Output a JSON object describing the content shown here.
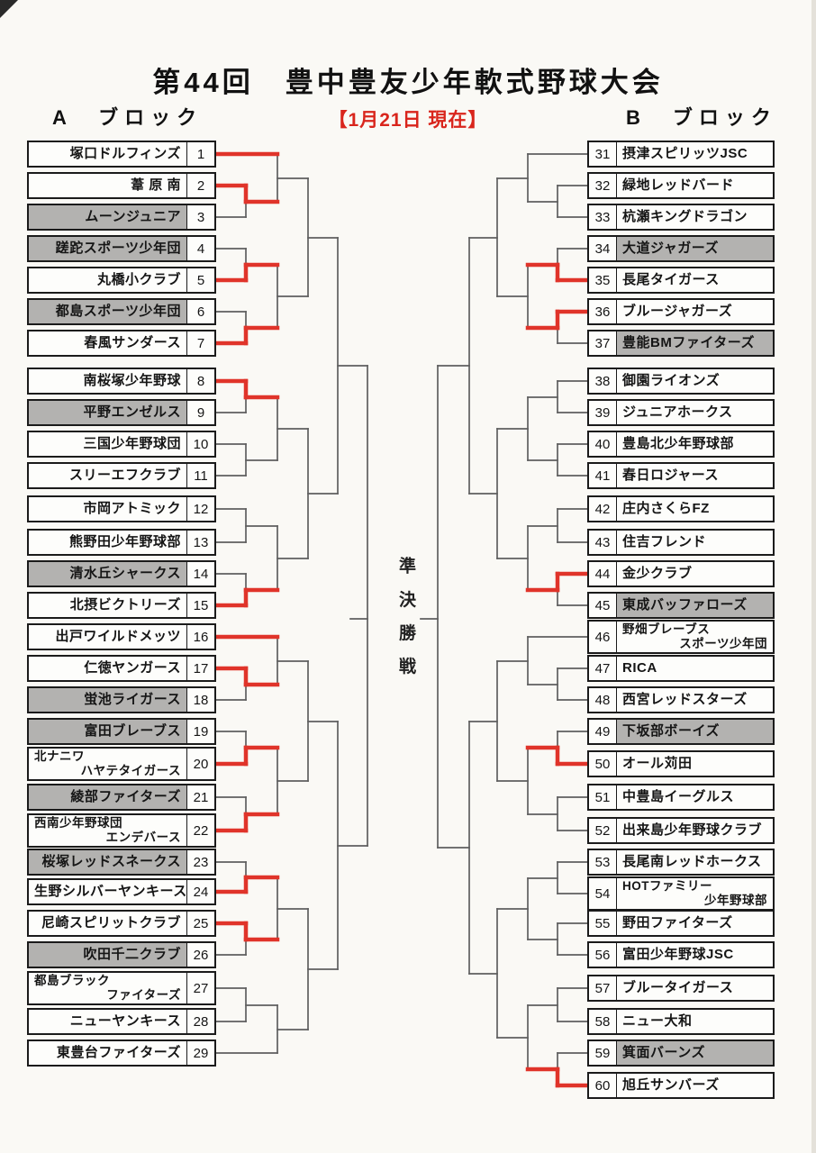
{
  "title": "第44回　豊中豊友少年軟式野球大会",
  "date_note": "【1月21日 現在】",
  "center_label": "準決勝戦",
  "colors": {
    "accent_red": "#e0342a",
    "shaded_gray": "#b3b2b0",
    "line_gray": "#5f5f5f",
    "border_black": "#1b1b1b"
  },
  "blocks": {
    "a": {
      "label": "A　ブロック",
      "teams": [
        {
          "no": 1,
          "name": "塚口ドルフィンズ"
        },
        {
          "no": 2,
          "name": "葦 原 南"
        },
        {
          "no": 3,
          "name": "ムーンジュニア",
          "shaded": true
        },
        {
          "no": 4,
          "name": "蹉跎スポーツ少年団",
          "shaded": true
        },
        {
          "no": 5,
          "name": "丸橋小クラブ"
        },
        {
          "no": 6,
          "name": "都島スポーツ少年団",
          "shaded": true
        },
        {
          "no": 7,
          "name": "春風サンダース"
        },
        {
          "no": 8,
          "name": "南桜塚少年野球"
        },
        {
          "no": 9,
          "name": "平野エンゼルス",
          "shaded": true
        },
        {
          "no": 10,
          "name": "三国少年野球団"
        },
        {
          "no": 11,
          "name": "スリーエフクラブ"
        },
        {
          "no": 12,
          "name": "市岡アトミック"
        },
        {
          "no": 13,
          "name": "熊野田少年野球部"
        },
        {
          "no": 14,
          "name": "清水丘シャークス",
          "shaded": true
        },
        {
          "no": 15,
          "name": "北摂ビクトリーズ"
        },
        {
          "no": 16,
          "name": "出戸ワイルドメッツ"
        },
        {
          "no": 17,
          "name": "仁徳ヤンガース"
        },
        {
          "no": 18,
          "name": "蛍池ライガース",
          "shaded": true
        },
        {
          "no": 19,
          "name": "富田ブレーブス",
          "shaded": true
        },
        {
          "no": 20,
          "name": "北ナニワ",
          "name2": "ハヤテタイガース"
        },
        {
          "no": 21,
          "name": "綾部ファイターズ",
          "shaded": true
        },
        {
          "no": 22,
          "name": "西南少年野球団",
          "name2": "エンデバース"
        },
        {
          "no": 23,
          "name": "桜塚レッドスネークス",
          "shaded": true
        },
        {
          "no": 24,
          "name": "生野シルバーヤンキース"
        },
        {
          "no": 25,
          "name": "尼崎スピリットクラブ"
        },
        {
          "no": 26,
          "name": "吹田千二クラブ",
          "shaded": true
        },
        {
          "no": 27,
          "name": "都島ブラック",
          "name2": "ファイターズ"
        },
        {
          "no": 28,
          "name": "ニューヤンキース"
        },
        {
          "no": 29,
          "name": "東豊台ファイターズ"
        }
      ],
      "tree": {
        "a": {
          "a": {
            "a": {
              "a": {
                "t": 1
              },
              "b": {
                "a": {
                  "t": 2
                },
                "b": {
                  "t": 3
                },
                "w": "a"
              }
            },
            "b": {
              "a": {
                "a": {
                  "t": 4
                },
                "b": {
                  "t": 5
                },
                "w": "b"
              },
              "b": {
                "a": {
                  "t": 6
                },
                "b": {
                  "t": 7
                },
                "w": "b"
              }
            }
          },
          "b": {
            "a": {
              "a": {
                "a": {
                  "t": 8
                },
                "b": {
                  "t": 9
                },
                "w": "a"
              },
              "b": {
                "a": {
                  "t": 10
                },
                "b": {
                  "t": 11
                }
              }
            },
            "b": {
              "a": {
                "a": {
                  "t": 12
                },
                "b": {
                  "t": 13
                }
              },
              "b": {
                "a": {
                  "t": 14
                },
                "b": {
                  "t": 15
                },
                "w": "b"
              }
            }
          }
        },
        "b": {
          "a": {
            "a": {
              "a": {
                "t": 16
              },
              "b": {
                "a": {
                  "t": 17
                },
                "b": {
                  "t": 18
                },
                "w": "a"
              }
            },
            "b": {
              "a": {
                "a": {
                  "t": 19
                },
                "b": {
                  "t": 20
                },
                "w": "b"
              },
              "b": {
                "a": {
                  "t": 21
                },
                "b": {
                  "t": 22
                },
                "w": "b"
              }
            }
          },
          "b": {
            "a": {
              "a": {
                "a": {
                  "t": 23
                },
                "b": {
                  "t": 24
                },
                "w": "b"
              },
              "b": {
                "a": {
                  "t": 25
                },
                "b": {
                  "t": 26
                },
                "w": "a"
              }
            },
            "b": {
              "a": {
                "a": {
                  "t": 27
                },
                "b": {
                  "t": 28
                }
              },
              "b": {
                "t": 29
              }
            }
          }
        }
      }
    },
    "b": {
      "label": "B　ブロック",
      "teams": [
        {
          "no": 31,
          "name": "摂津スピリッツJSC"
        },
        {
          "no": 32,
          "name": "緑地レッドバード"
        },
        {
          "no": 33,
          "name": "杭瀬キングドラゴン"
        },
        {
          "no": 34,
          "name": "大道ジャガーズ",
          "shaded": true
        },
        {
          "no": 35,
          "name": "長尾タイガース"
        },
        {
          "no": 36,
          "name": "ブルージャガーズ"
        },
        {
          "no": 37,
          "name": "豊能BMファイターズ",
          "shaded": true
        },
        {
          "no": 38,
          "name": "御園ライオンズ"
        },
        {
          "no": 39,
          "name": "ジュニアホークス"
        },
        {
          "no": 40,
          "name": "豊島北少年野球部"
        },
        {
          "no": 41,
          "name": "春日ロジャース"
        },
        {
          "no": 42,
          "name": "庄内さくらFZ"
        },
        {
          "no": 43,
          "name": "住吉フレンド"
        },
        {
          "no": 44,
          "name": "金少クラブ"
        },
        {
          "no": 45,
          "name": "東成バッファローズ",
          "shaded": true
        },
        {
          "no": 46,
          "name": "野畑ブレーブス",
          "name2": "スポーツ少年団"
        },
        {
          "no": 47,
          "name": "RICA"
        },
        {
          "no": 48,
          "name": "西宮レッドスターズ"
        },
        {
          "no": 49,
          "name": "下坂部ボーイズ",
          "shaded": true
        },
        {
          "no": 50,
          "name": "オール苅田"
        },
        {
          "no": 51,
          "name": "中豊島イーグルス"
        },
        {
          "no": 52,
          "name": "出来島少年野球クラブ"
        },
        {
          "no": 53,
          "name": "長尾南レッドホークス"
        },
        {
          "no": 54,
          "name": "HOTファミリー",
          "name2": "少年野球部"
        },
        {
          "no": 55,
          "name": "野田ファイターズ"
        },
        {
          "no": 56,
          "name": "富田少年野球JSC"
        },
        {
          "no": 57,
          "name": "ブルータイガース"
        },
        {
          "no": 58,
          "name": "ニュー大和"
        },
        {
          "no": 59,
          "name": "箕面バーンズ",
          "shaded": true
        },
        {
          "no": 60,
          "name": "旭丘サンバーズ"
        }
      ],
      "tree": {
        "a": {
          "a": {
            "a": {
              "a": {
                "t": 31
              },
              "b": {
                "a": {
                  "t": 32
                },
                "b": {
                  "t": 33
                }
              }
            },
            "b": {
              "a": {
                "a": {
                  "t": 34
                },
                "b": {
                  "t": 35
                },
                "w": "b"
              },
              "b": {
                "a": {
                  "t": 36
                },
                "b": {
                  "t": 37
                },
                "w": "a"
              }
            }
          },
          "b": {
            "a": {
              "a": {
                "a": {
                  "t": 38
                },
                "b": {
                  "t": 39
                }
              },
              "b": {
                "a": {
                  "t": 40
                },
                "b": {
                  "t": 41
                }
              }
            },
            "b": {
              "a": {
                "a": {
                  "t": 42
                },
                "b": {
                  "t": 43
                }
              },
              "b": {
                "a": {
                  "t": 44
                },
                "b": {
                  "t": 45
                },
                "w": "a"
              }
            }
          }
        },
        "b": {
          "a": {
            "a": {
              "a": {
                "t": 46
              },
              "b": {
                "a": {
                  "t": 47
                },
                "b": {
                  "t": 48
                }
              }
            },
            "b": {
              "a": {
                "a": {
                  "t": 49
                },
                "b": {
                  "t": 50
                },
                "w": "b"
              },
              "b": {
                "a": {
                  "t": 51
                },
                "b": {
                  "t": 52
                }
              }
            }
          },
          "b": {
            "a": {
              "a": {
                "a": {
                  "t": 53
                },
                "b": {
                  "t": 54
                }
              },
              "b": {
                "a": {
                  "t": 55
                },
                "b": {
                  "t": 56
                }
              }
            },
            "b": {
              "a": {
                "a": {
                  "t": 57
                },
                "b": {
                  "t": 58
                }
              },
              "b": {
                "a": {
                  "t": 59
                },
                "b": {
                  "t": 60
                },
                "w": "b"
              }
            }
          }
        }
      }
    }
  },
  "red_teams": [
    1,
    2,
    5,
    7,
    8,
    15,
    16,
    17,
    20,
    22,
    24,
    25,
    35,
    36,
    44,
    50,
    60
  ]
}
